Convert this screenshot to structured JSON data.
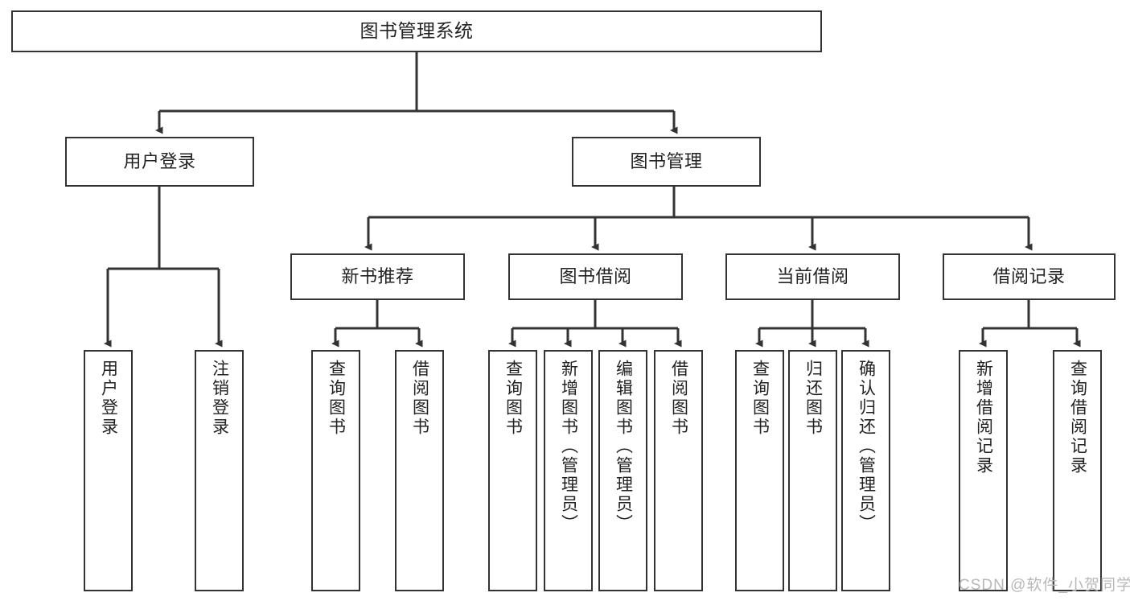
{
  "diagram": {
    "type": "tree-hierarchy",
    "title": "图书管理系统",
    "orientation": "top-down",
    "colors": {
      "box_border": "#333333",
      "box_fill": "#ffffff",
      "edge": "#333333",
      "text": "#222222",
      "watermark": "#b8b8b8",
      "background": "#ffffff"
    },
    "root": {
      "label": "图书管理系统"
    },
    "level1": [
      {
        "label": "用户登录"
      },
      {
        "label": "图书管理"
      }
    ],
    "level2": [
      {
        "label": "新书推荐"
      },
      {
        "label": "图书借阅"
      },
      {
        "label": "当前借阅"
      },
      {
        "label": "借阅记录"
      }
    ],
    "leaves": {
      "user_login": [
        {
          "label": "用户登录"
        },
        {
          "label": "注销登录"
        }
      ],
      "new_book_recommend": [
        {
          "label": "查询图书"
        },
        {
          "label": "借阅图书"
        }
      ],
      "book_borrow": [
        {
          "label": "查询图书"
        },
        {
          "label": "新增图书（管理员）"
        },
        {
          "label": "编辑图书（管理员）"
        },
        {
          "label": "借阅图书"
        }
      ],
      "current_borrow": [
        {
          "label": "查询图书"
        },
        {
          "label": "归还图书"
        },
        {
          "label": "确认归还（管理员）"
        }
      ],
      "borrow_record": [
        {
          "label": "新增借阅记录"
        },
        {
          "label": "查询借阅记录"
        }
      ]
    }
  },
  "watermark": {
    "text": "CSDN @软件_小贺同学"
  }
}
